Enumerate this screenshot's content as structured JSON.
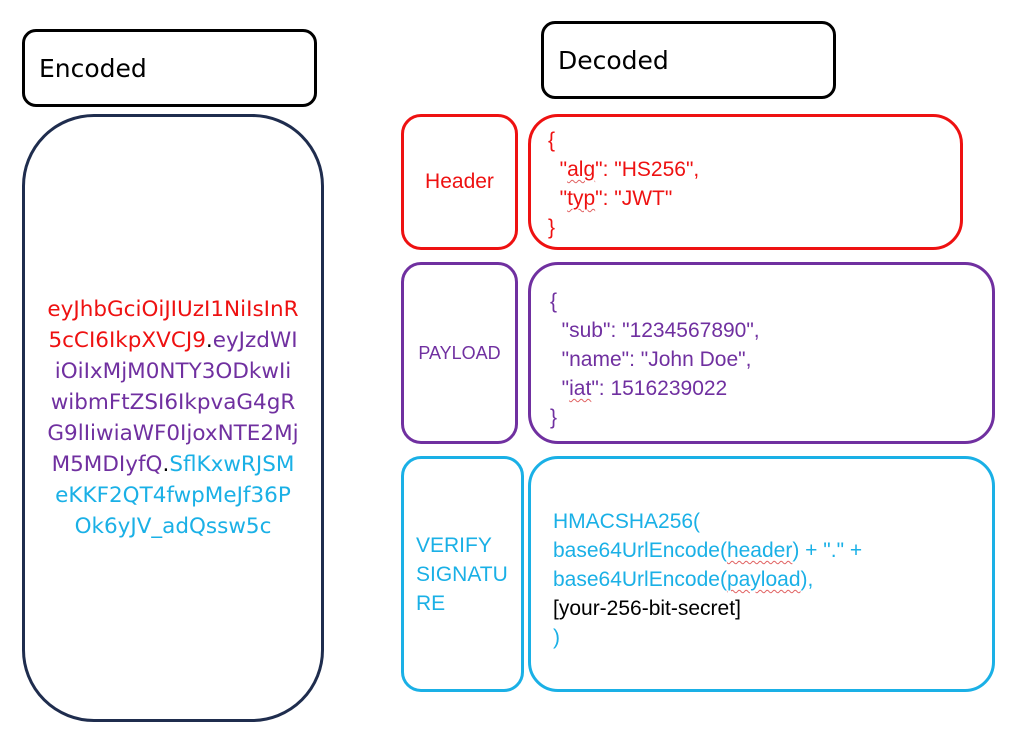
{
  "colors": {
    "header": "#ee1111",
    "payload": "#7030a0",
    "signature": "#1ab0e6",
    "encoded_border": "#1f2d4e",
    "secret_text": "#000000"
  },
  "labels": {
    "encoded": "Encoded",
    "decoded": "Decoded"
  },
  "token": {
    "header_part": "eyJhbGciOiJIUzI1NiIsInR5cCI6IkpXVCJ9",
    "separator": ".",
    "payload_part": "eyJzdWIiOiIxMjM0NTY3ODkwIiwibmFtZSI6IkpvaG4gRG9lIiwiaWF0IjoxNTE2MjM5MDIyfQ",
    "signature_part": "SflKxwRJSMeKKF2QT4fwpMeJf36POk6yJV_adQssw5c"
  },
  "sections": {
    "header": {
      "label": "Header",
      "open": "{",
      "alg_key": "alg",
      "alg_value": "\"HS256\",",
      "typ_key": "typ",
      "typ_value": "\"JWT\"",
      "close": "}"
    },
    "payload": {
      "label": "PAYLOAD",
      "open": "{",
      "sub_key": "sub",
      "sub_value": "\"1234567890\",",
      "name_key": "name",
      "name_value": "\"John Doe\",",
      "iat_key": "iat",
      "iat_value": "1516239022",
      "close": "}"
    },
    "signature": {
      "label": "VERIFY SIGNATURE",
      "line1": "HMACSHA256(",
      "fn": "base64UrlEncode",
      "arg_header": "header",
      "concat": " + \".\" +",
      "arg_payload": "payload",
      "close_paren_comma": "),",
      "secret": "[your-256-bit-secret]",
      "close": ")"
    }
  }
}
